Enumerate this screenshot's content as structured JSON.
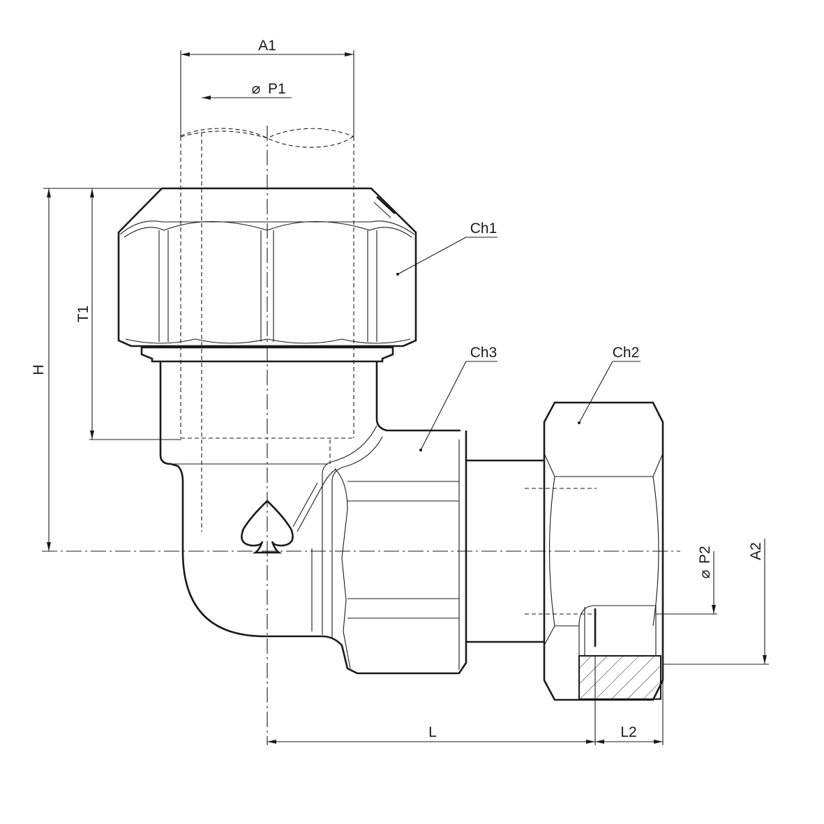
{
  "dimensions": {
    "a1": "A1",
    "p1": "P1",
    "h": "H",
    "t1": "T1",
    "l": "L",
    "l2": "L2",
    "p2": "P2",
    "a2": "A2"
  },
  "callouts": {
    "ch1": "Ch1",
    "ch2": "Ch2",
    "ch3": "Ch3"
  },
  "symbols": {
    "diameter": "⌀"
  },
  "colors": {
    "line": "#1a1a1a",
    "background": "#ffffff"
  }
}
